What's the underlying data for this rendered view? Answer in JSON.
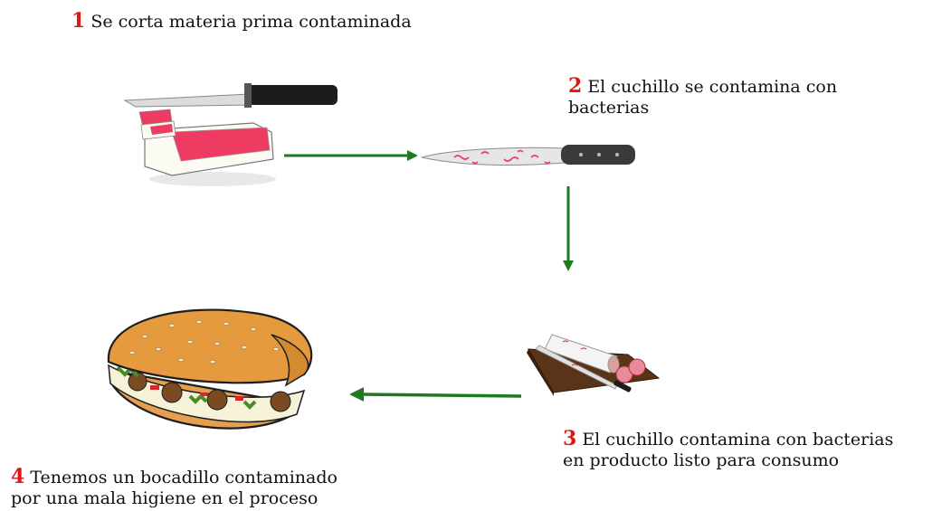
{
  "steps": [
    {
      "number": "1",
      "text": "Se corta materia prima contaminada"
    },
    {
      "number": "2",
      "text_line1": "El cuchillo se contamina con",
      "text_line2": "bacterias"
    },
    {
      "number": "3",
      "text_line1": "El cuchillo contamina con bacterias",
      "text_line2": "en producto listo para consumo"
    },
    {
      "number": "4",
      "text_line1": "Tenemos un bocadillo contaminado",
      "text_line2": "por una mala higiene en el proceso"
    }
  ],
  "colors": {
    "arrow": "#1f7a1f",
    "number": "#e01515",
    "meat": "#ee3b62"
  },
  "icons": [
    "knife-cutting-meat-icon",
    "contaminated-knife-icon",
    "cutting-board-salami-icon",
    "sandwich-icon"
  ]
}
